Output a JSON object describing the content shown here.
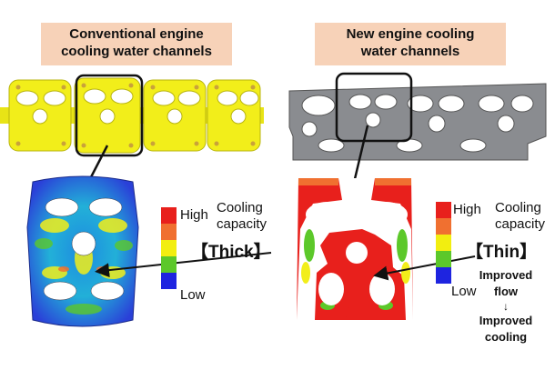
{
  "left": {
    "title": "Conventional engine cooling water channels",
    "title_line1": "Conventional engine",
    "title_line2": "cooling water channels",
    "legend": {
      "high": "High",
      "low": "Low"
    },
    "caption_line1": "Cooling",
    "caption_line2": "capacity",
    "thickness": "【Thick】"
  },
  "right": {
    "title": "New engine cooling water channels",
    "title_line1": "New engine cooling",
    "title_line2": "water channels",
    "legend": {
      "high": "High",
      "low": "Low"
    },
    "caption_line1": "Cooling",
    "caption_line2": "capacity",
    "thickness": "【Thin】",
    "note_line1": "Improved",
    "note_line2": "flow",
    "note_arrow": "↓",
    "note_line3": "Improved",
    "note_line4": "cooling"
  },
  "colors": {
    "high": "#e8201c",
    "mid_high": "#f07030",
    "mid": "#f2ee10",
    "mid_low": "#5cc82a",
    "low": "#1e24e0",
    "conventional_part": "#f2ee1a",
    "new_part": "#8a8c90",
    "title_bg": "#f7d2b8"
  }
}
